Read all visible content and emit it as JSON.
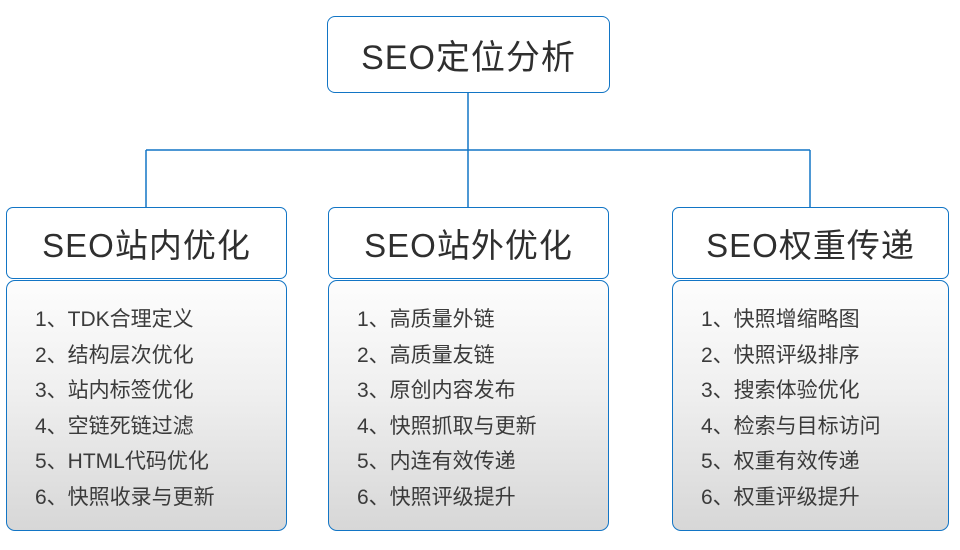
{
  "root": {
    "title": "SEO定位分析"
  },
  "branches": [
    {
      "title": "SEO站内优化",
      "items": [
        "1、TDK合理定义",
        "2、结构层次优化",
        "3、站内标签优化",
        "4、空链死链过滤",
        "5、HTML代码优化",
        "6、快照收录与更新"
      ]
    },
    {
      "title": "SEO站外优化",
      "items": [
        "1、高质量外链",
        "2、高质量友链",
        "3、原创内容发布",
        "4、快照抓取与更新",
        "5、内连有效传递",
        "6、快照评级提升"
      ]
    },
    {
      "title": "SEO权重传递",
      "items": [
        "1、快照增缩略图",
        "2、快照评级排序",
        "3、搜索体验优化",
        "4、检索与目标访问",
        "5、权重有效传递",
        "6、权重评级提升"
      ]
    }
  ],
  "colors": {
    "accent_blue": "#1275c5",
    "panel_gradient_top": "#fdfdfd",
    "panel_gradient_bottom": "#d7d7d7",
    "title_text": "#2f2f2f",
    "item_text": "#3b3b3b"
  }
}
